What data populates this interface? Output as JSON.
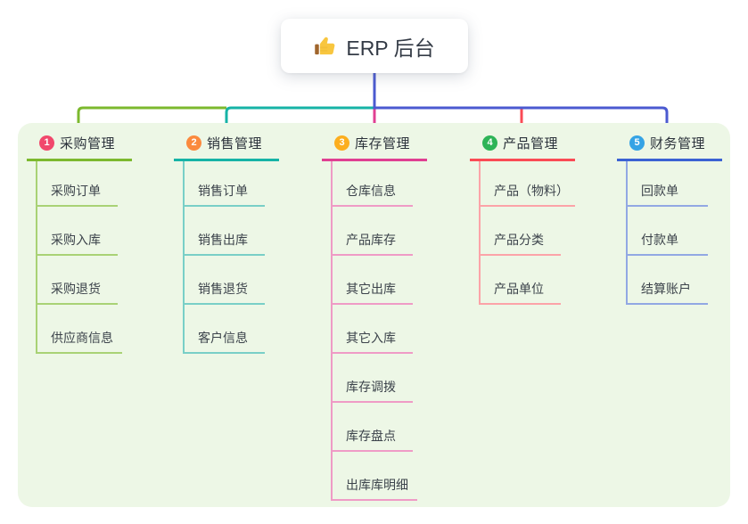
{
  "root": {
    "title": "ERP 后台",
    "icon": "thumbs-up-icon"
  },
  "colors": {
    "connector_blue": "#4b5ad0",
    "container_bg": "#edf7e6",
    "root_bg": "#ffffff",
    "thumb_yellow": "#f8c63f",
    "thumb_cuff_brown": "#a0652c"
  },
  "branches": [
    {
      "number": "1",
      "label": "采购管理",
      "badge_color": "#f1486c",
      "line_color": "#7cb92e",
      "light_color": "#a9d275",
      "items": [
        "采购订单",
        "采购入库",
        "采购退货",
        "供应商信息"
      ]
    },
    {
      "number": "2",
      "label": "销售管理",
      "badge_color": "#fb8a3e",
      "line_color": "#16b3a6",
      "light_color": "#79cfc7",
      "items": [
        "销售订单",
        "销售出库",
        "销售退货",
        "客户信息"
      ]
    },
    {
      "number": "3",
      "label": "库存管理",
      "badge_color": "#fcae1e",
      "line_color": "#e03f92",
      "light_color": "#ef9bc6",
      "items": [
        "仓库信息",
        "产品库存",
        "其它出库",
        "其它入库",
        "库存调拨",
        "库存盘点",
        "出库库明细"
      ]
    },
    {
      "number": "4",
      "label": "产品管理",
      "badge_color": "#2eb457",
      "line_color": "#fa4b55",
      "light_color": "#fca3a8",
      "items": [
        "产品（物料）",
        "产品分类",
        "产品单位"
      ]
    },
    {
      "number": "5",
      "label": "财务管理",
      "badge_color": "#35a3e5",
      "line_color": "#3b62d3",
      "light_color": "#92a8e3",
      "items": [
        "回款单",
        "付款单",
        "结算账户"
      ]
    }
  ]
}
